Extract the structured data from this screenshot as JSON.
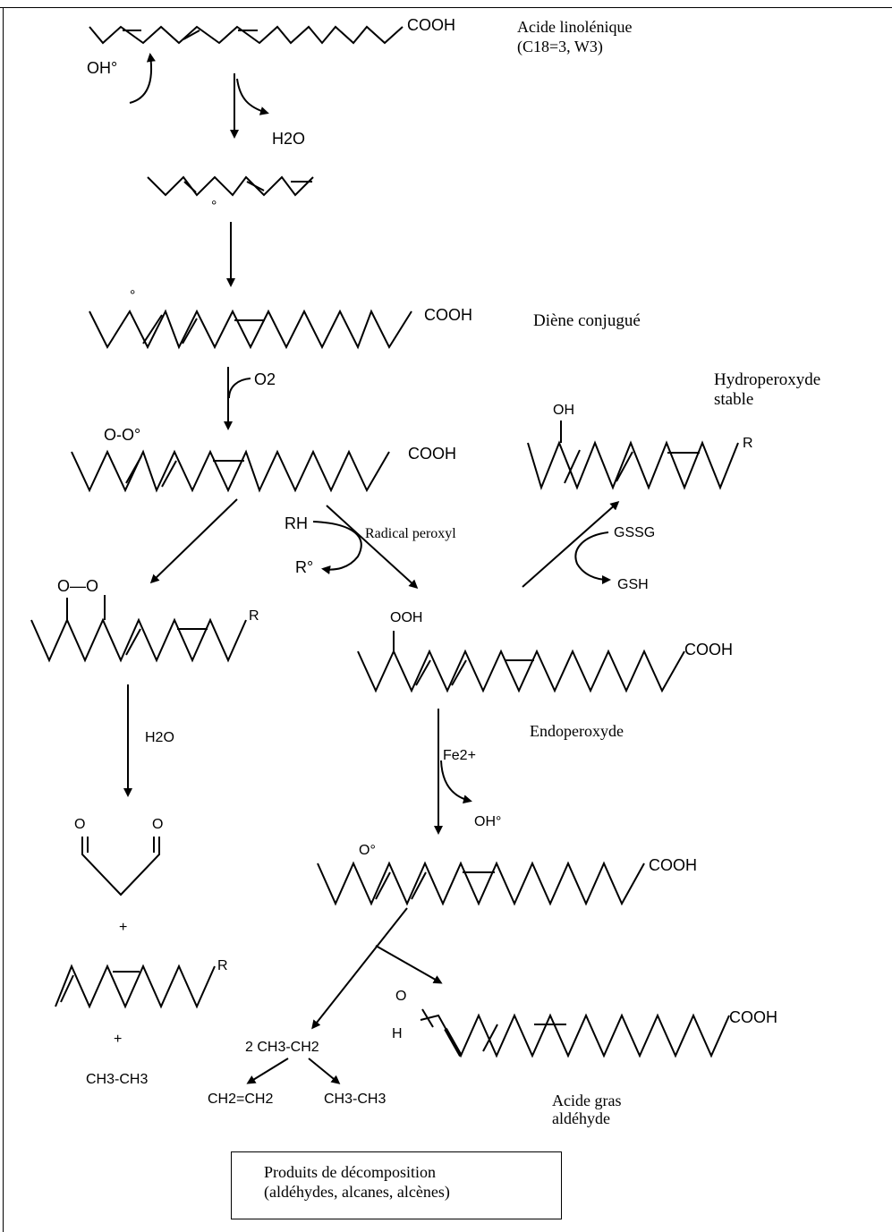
{
  "molecules": {
    "linolenic_acid": {
      "group": "COOH",
      "name": "Acide linolénique",
      "formula": "(C18=3, W3)"
    },
    "radical_fragment": {
      "radical_mark": "°"
    },
    "conjugated_diene": {
      "radical_mark": "°",
      "group": "COOH",
      "name": "Diène conjugué"
    },
    "peroxyl_radical": {
      "substituent": "O-O°",
      "group": "COOH"
    },
    "stable_hydroperoxide": {
      "name_line1": "Hydroperoxyde",
      "name_line2": "stable",
      "substituent": "OH",
      "group": "R"
    },
    "cyclic_peroxide": {
      "substituent": "O—O",
      "group": "R"
    },
    "endoperoxide": {
      "substituent": "OOH",
      "group": "COOH",
      "name": "Endoperoxyde"
    },
    "malondialdehyde": {
      "o_left": "O",
      "o_right": "O"
    },
    "alkoxyl_radical": {
      "substituent": "O°",
      "group": "COOH"
    },
    "fatty_aldehyde": {
      "o": "O",
      "h": "H",
      "group": "COOH",
      "name_line1": "Acide gras",
      "name_line2": "aldéhyde"
    },
    "alkene_fragment": {
      "group": "R"
    }
  },
  "reagents": {
    "oh_radical": "OH°",
    "water": "H2O",
    "oxygen": "O2",
    "rh": "RH",
    "r_radical": "R°",
    "radical_peroxyl": "Radical peroxyl",
    "gssg": "GSSG",
    "gsh": "GSH",
    "water_sub": "H2O",
    "iron": "Fe2+",
    "oh_radical_2": "OH°"
  },
  "fragments": {
    "plus_1": "+",
    "plus_2": "+",
    "ethane": "CH3-CH3",
    "ethyl": "2 CH3-CH2",
    "ethylene": "CH2=CH2",
    "ethane_2": "CH3-CH3"
  },
  "legend_box": {
    "line1": "Produits de décomposition",
    "line2": "(aldéhydes, alcanes, alcènes)"
  }
}
